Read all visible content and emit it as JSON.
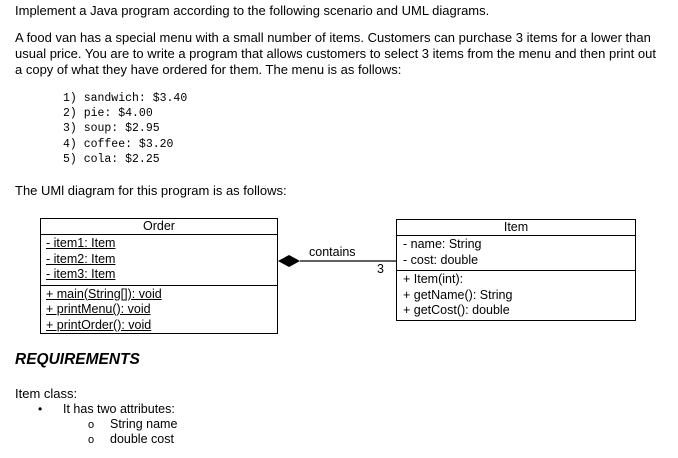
{
  "intro": "Implement a Java program according to the following scenario and UML diagrams.",
  "scenario": "A food van has a special menu with a small number of items. Customers can purchase 3 items for a lower than usual price. You are to write a program that allows customers to select 3 items from the menu and then print out a copy of what they have ordered for them. The menu is as follows:",
  "menu": [
    "1) sandwich: $3.40",
    "2) pie: $4.00",
    "3) soup: $2.95",
    "4) coffee: $3.20",
    "5) cola: $2.25"
  ],
  "uml_intro": "The UMl diagram for this program is as follows:",
  "order_class": {
    "name": "Order",
    "attributes": [
      "- item1: Item",
      "- item2: Item",
      "- item3: Item"
    ],
    "methods": [
      "+ main(String[]): void",
      "+ printMenu(): void",
      "+ printOrder(): void"
    ]
  },
  "association": {
    "label": "contains",
    "multiplicity": "3"
  },
  "item_class": {
    "name": "Item",
    "attributes": [
      "- name: String",
      "- cost: double"
    ],
    "methods": [
      "+ Item(int):",
      "+ getName(): String",
      "+ getCost(): double"
    ]
  },
  "requirements": {
    "heading": "REQUIREMENTS",
    "item_class_label": "Item class:",
    "bullet": "It has two attributes:",
    "sub_items": [
      "String name",
      "double cost"
    ],
    "bullet_glyph": "•",
    "sub_glyph": "o"
  }
}
